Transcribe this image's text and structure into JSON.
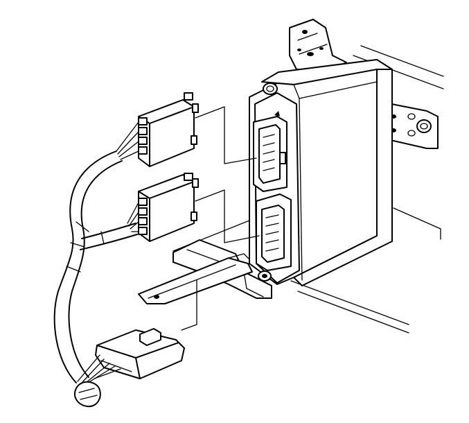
{
  "diagram": {
    "components": [
      {
        "id": "control-module",
        "icon": "control-module-housing"
      },
      {
        "id": "upper-harness-connector",
        "icon": "harness-connector-plug"
      },
      {
        "id": "middle-harness-connector",
        "icon": "harness-connector-plug"
      },
      {
        "id": "lower-harness-connector",
        "icon": "harness-connector-plug"
      },
      {
        "id": "upper-module-socket",
        "icon": "module-socket"
      },
      {
        "id": "lower-module-socket",
        "icon": "module-socket"
      },
      {
        "id": "mounting-bracket",
        "icon": "mounting-bracket"
      },
      {
        "id": "retaining-strap",
        "icon": "retaining-strap"
      },
      {
        "id": "wiring-harness",
        "icon": "wiring-harness"
      }
    ],
    "colors": {
      "line": "#000000",
      "fill": "#ffffff"
    }
  }
}
